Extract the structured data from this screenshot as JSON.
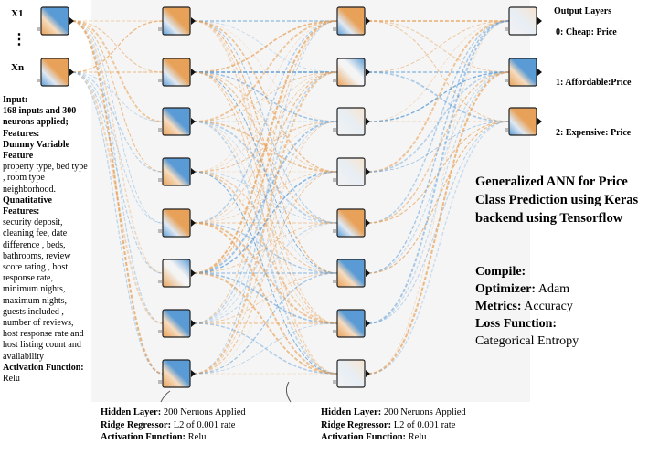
{
  "inputs": {
    "x1_label": "X1",
    "ellipsis": "⋮",
    "xn_label": "Xn"
  },
  "input_panel": {
    "heading": "Input:",
    "detail": "168 inputs and 300 neurons applied;",
    "features_heading": "Features:",
    "dummy_heading": "Dummy Variable Feature",
    "dummy_list": "property type, bed type , room type neighborhood.",
    "quant_heading": "Qunatitative Features:",
    "quant_list": "security deposit, cleaning fee, date difference , beds, bathrooms, review score rating , host response rate, minimum nights, maximum nights, guests included , number of reviews, host response rate and  host listing count and availability",
    "activation_heading": "Activation Function:",
    "activation_value": "Relu"
  },
  "hidden_layer_1": {
    "layer_key": "Hidden Layer:",
    "layer_val": "200 Neruons Applied",
    "ridge_key": "Ridge Regressor:",
    "ridge_val": "L2 of 0.001 rate",
    "act_key": "Activation Function:",
    "act_val": "Relu"
  },
  "hidden_layer_2": {
    "layer_key": "Hidden Layer:",
    "layer_val": "200 Neruons Applied",
    "ridge_key": "Ridge Regressor:",
    "ridge_val": "L2 of 0.001 rate",
    "act_key": "Activation Function:",
    "act_val": "Relu"
  },
  "output": {
    "heading": "Output Layers",
    "classes": [
      "0:  Cheap: Price",
      "1: Affordable:Price",
      "2: Expensive: Price"
    ]
  },
  "title": "Generalized ANN for Price Class Prediction using Keras backend using Tensorflow",
  "compile": {
    "heading": "Compile:",
    "optimizer_key": "Optimizer:",
    "optimizer_val": "Adam",
    "metrics_key": "Metrics:",
    "metrics_val": "Accuracy",
    "loss_key": "Loss Function:",
    "loss_val": "Categorical Entropy"
  },
  "colors": {
    "positive": "#e8a158",
    "negative": "#5b9bd5",
    "node_border": "#222222",
    "background_panel": "#f4f4f4"
  }
}
